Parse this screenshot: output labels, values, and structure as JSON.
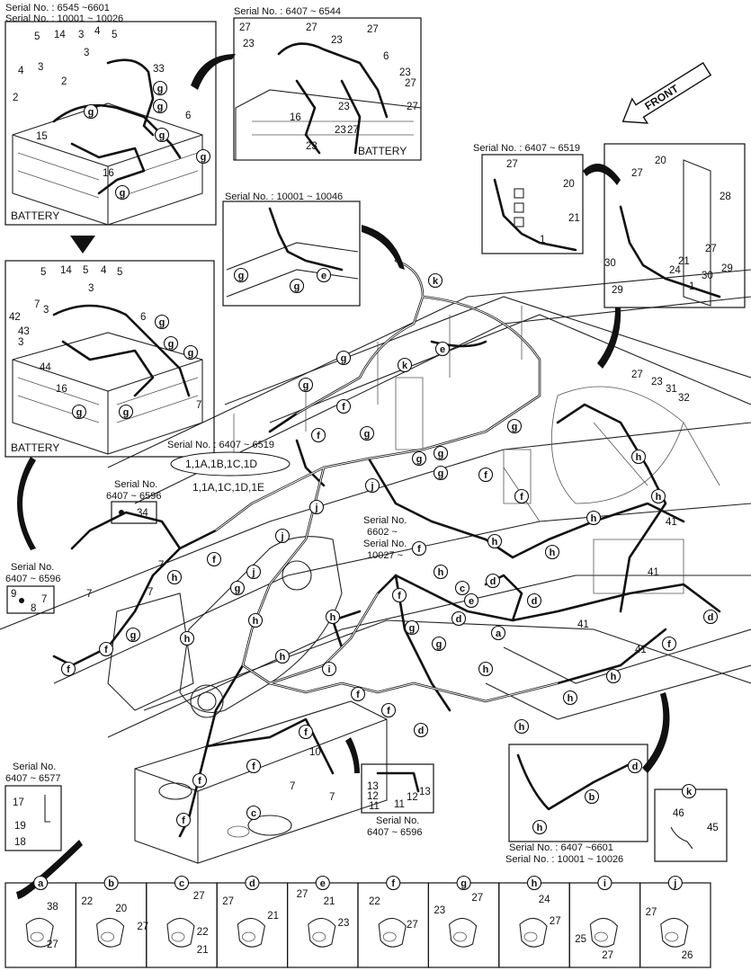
{
  "serials": {
    "top_left": [
      "Serial No. : 6545 ~6601",
      "Serial No. : 10001 ~ 10026"
    ],
    "top_center": "Serial No. : 6407 ~ 6544",
    "right_upper": "Serial No. : 6407 ~ 6519",
    "center_inset": "Serial No. : 10001 ~ 10046",
    "mid_main": "Serial No. : 6407 ~ 6519",
    "left_6596_a": [
      "Serial No.",
      "6407 ~ 6596"
    ],
    "left_6596_b": [
      "Serial No.",
      "6407 ~ 6596"
    ],
    "center_6602": [
      "Serial No.",
      "6602 ~",
      "Serial No.",
      "10027 ~"
    ],
    "bottom_left": [
      "Serial No.",
      "6407 ~ 6577"
    ],
    "bottom_center": [
      "Serial No.",
      "6407 ~ 6596"
    ],
    "bottom_right": [
      "Serial No. : 6407 ~6601",
      "Serial No. : 10001 ~ 10026"
    ]
  },
  "labels": {
    "battery_1": "BATTERY",
    "battery_2": "BATTERY",
    "battery_3": "BATTERY",
    "front": "FRONT",
    "codes_1": "1,1A,1B,1C,1D",
    "codes_2": "1,1A,1C,1D,1E"
  },
  "legend": [
    {
      "letter": "a",
      "parts": [
        "38",
        "27"
      ]
    },
    {
      "letter": "b",
      "parts": [
        "22",
        "20",
        "27"
      ]
    },
    {
      "letter": "c",
      "parts": [
        "27",
        "22",
        "21"
      ]
    },
    {
      "letter": "d",
      "parts": [
        "27",
        "21"
      ]
    },
    {
      "letter": "e",
      "parts": [
        "27",
        "21",
        "23"
      ]
    },
    {
      "letter": "f",
      "parts": [
        "22",
        "27"
      ]
    },
    {
      "letter": "g",
      "parts": [
        "23",
        "27"
      ]
    },
    {
      "letter": "h",
      "parts": [
        "24",
        "27"
      ]
    },
    {
      "letter": "i",
      "parts": [
        "25",
        "27"
      ]
    },
    {
      "letter": "j",
      "parts": [
        "27",
        "26"
      ]
    }
  ],
  "callout_k_parts": [
    "46",
    "45"
  ],
  "colors": {
    "line": "#111111",
    "background": "#ffffff"
  }
}
